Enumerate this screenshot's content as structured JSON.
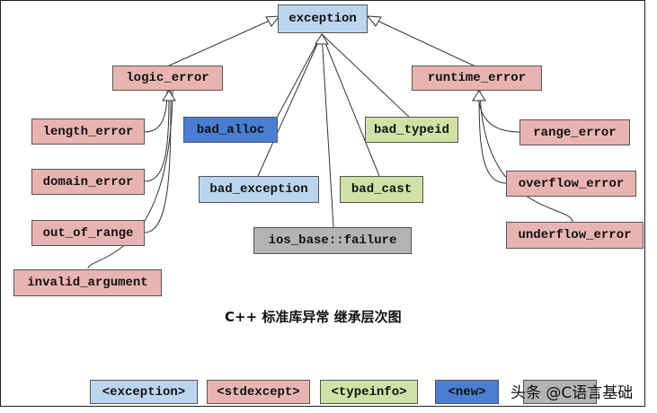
{
  "colors": {
    "exception": "#bcd5ee",
    "stdexcept": "#e8b4b1",
    "typeinfo": "#cfe1a5",
    "new": "#4a7ed3",
    "ios": "#b3b3b3"
  },
  "nodes": {
    "exception": "exception",
    "logic_error": "logic_error",
    "runtime_error": "runtime_error",
    "length_error": "length_error",
    "domain_error": "domain_error",
    "out_of_range": "out_of_range",
    "invalid_argument": "invalid_argument",
    "bad_alloc": "bad_alloc",
    "bad_exception": "bad_exception",
    "ios_base_failure": "ios_base::failure",
    "bad_cast": "bad_cast",
    "bad_typeid": "bad_typeid",
    "range_error": "range_error",
    "overflow_error": "overflow_error",
    "underflow_error": "underflow_error"
  },
  "caption": "C++ 标准库异常 继承层次图",
  "legend": {
    "exception": "<exception>",
    "stdexcept": "<stdexcept>",
    "typeinfo": "<typeinfo>",
    "new": "<new>"
  },
  "watermark": "头条 @C语言基础"
}
